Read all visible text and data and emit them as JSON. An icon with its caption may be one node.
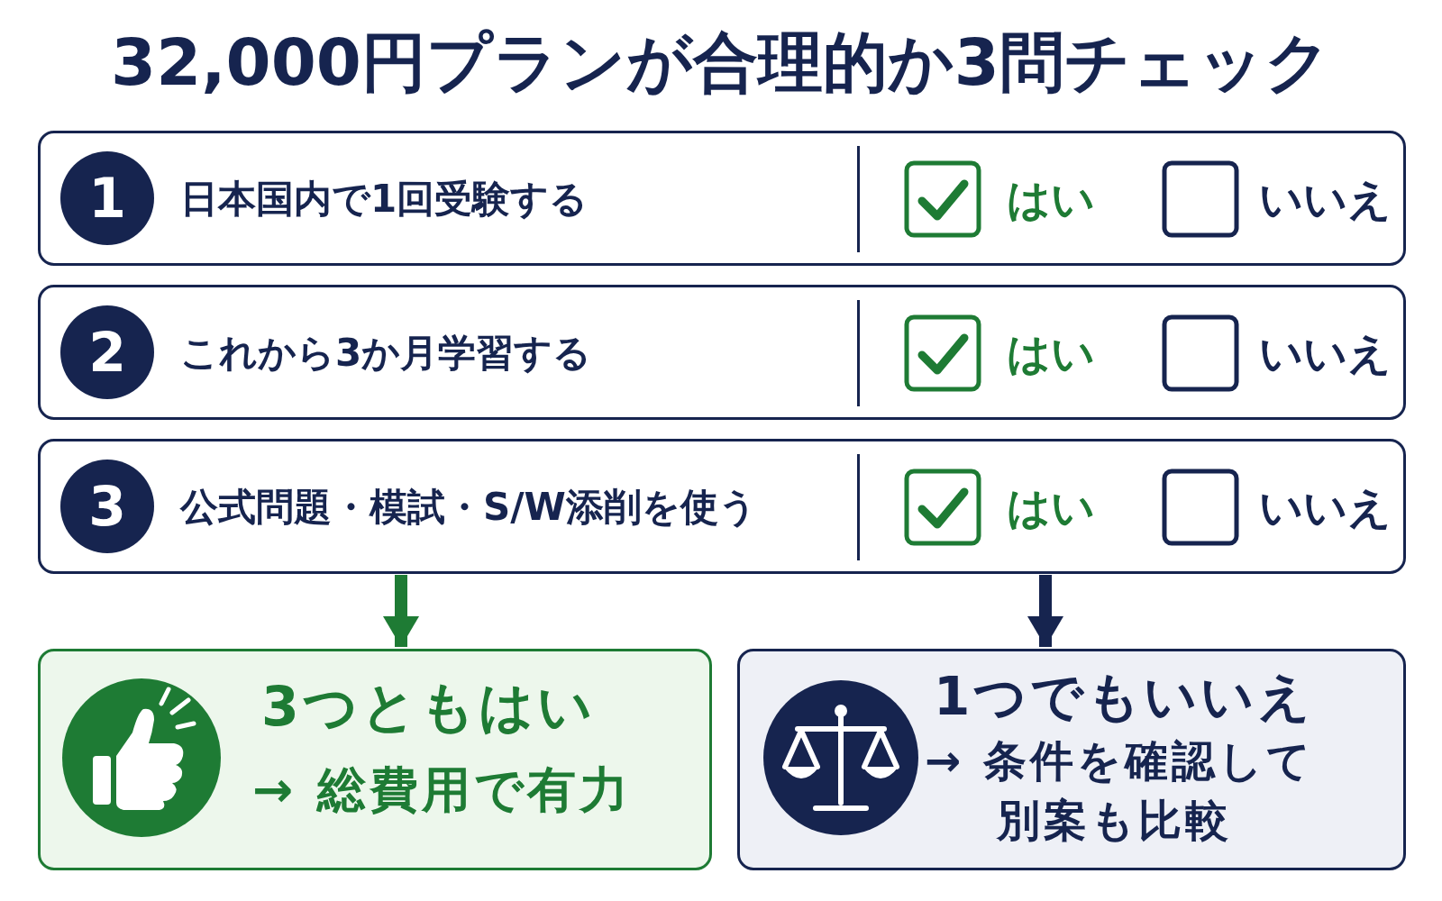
{
  "diagram": {
    "title": "32,000円プランが合理的か3問チェック",
    "nodes": [
      {
        "text": [
          "日本国内で1回受験する"
        ]
      },
      {
        "text": [
          "1"
        ],
        "in": 0
      },
      {
        "text": [
          "これから3か月学習する"
        ]
      },
      {
        "text": [
          "2"
        ],
        "in": 2
      },
      {
        "text": [
          "公式問題・模試・S/W添削を使う"
        ]
      },
      {
        "text": [
          "3"
        ],
        "in": 4
      },
      {
        "text": [
          "3つともはい",
          "→ 総費用で有力"
        ]
      },
      {
        "text": [
          "1つでもいいえ",
          "→ 条件を確認して別案も比較"
        ]
      }
    ],
    "edges": [
      {
        "from": 4,
        "to": 6,
        "arrow": "to",
        "color": "#1e7b34"
      },
      {
        "from": 4,
        "to": 7,
        "arrow": "to",
        "color": "#16244f"
      }
    ],
    "labels": [
      "はい",
      "いいえ",
      "はい",
      "いいえ",
      "はい",
      "いいえ"
    ]
  }
}
